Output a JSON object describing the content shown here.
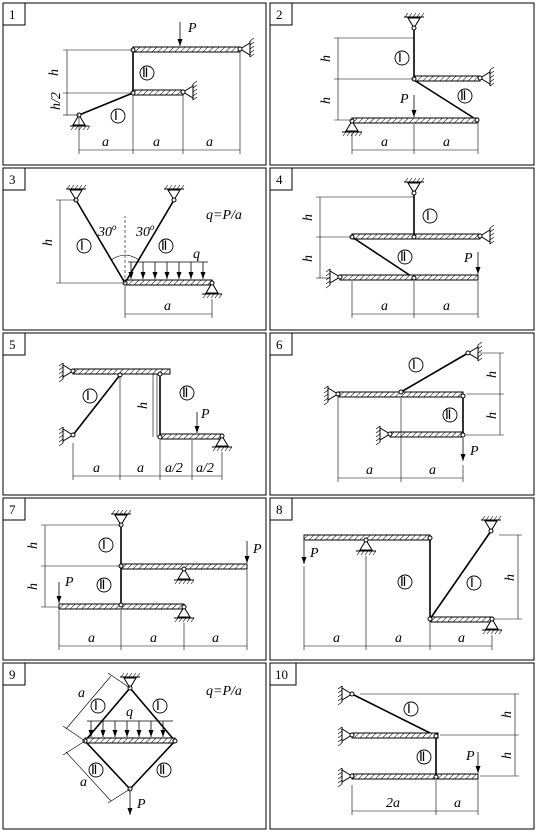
{
  "panels": [
    {
      "id": "1",
      "labels": {
        "force": "P",
        "h": "h",
        "h_half": "h/2",
        "a": "a",
        "rod1": "Ⅰ",
        "rod2": "Ⅱ"
      }
    },
    {
      "id": "2",
      "labels": {
        "force": "P",
        "h": "h",
        "a": "a",
        "rod1": "Ⅰ",
        "rod2": "Ⅱ"
      }
    },
    {
      "id": "3",
      "labels": {
        "formula": "q=P/a",
        "q": "q",
        "h": "h",
        "a": "a",
        "angle": "30",
        "deg": "o",
        "rod1": "Ⅰ",
        "rod2": "Ⅱ"
      }
    },
    {
      "id": "4",
      "labels": {
        "force": "P",
        "h": "h",
        "a": "a",
        "rod1": "Ⅰ",
        "rod2": "Ⅱ"
      }
    },
    {
      "id": "5",
      "labels": {
        "force": "P",
        "h": "h",
        "a": "a",
        "a_half": "a/2",
        "rod1": "Ⅰ",
        "rod2": "Ⅱ"
      }
    },
    {
      "id": "6",
      "labels": {
        "force": "P",
        "h": "h",
        "a": "a",
        "rod1": "Ⅰ",
        "rod2": "Ⅱ"
      }
    },
    {
      "id": "7",
      "labels": {
        "force": "P",
        "h": "h",
        "a": "a",
        "rod1": "Ⅰ",
        "rod2": "Ⅱ"
      }
    },
    {
      "id": "8",
      "labels": {
        "force": "P",
        "h": "h",
        "a": "a",
        "rod1": "Ⅰ",
        "rod2": "Ⅱ"
      }
    },
    {
      "id": "9",
      "labels": {
        "force": "P",
        "formula": "q=P/a",
        "q": "q",
        "a": "a",
        "rod1": "Ⅰ",
        "rod2": "Ⅱ"
      }
    },
    {
      "id": "10",
      "labels": {
        "force": "P",
        "h": "h",
        "a": "a",
        "two_a": "2a",
        "rod1": "Ⅰ",
        "rod2": "Ⅱ"
      }
    }
  ]
}
